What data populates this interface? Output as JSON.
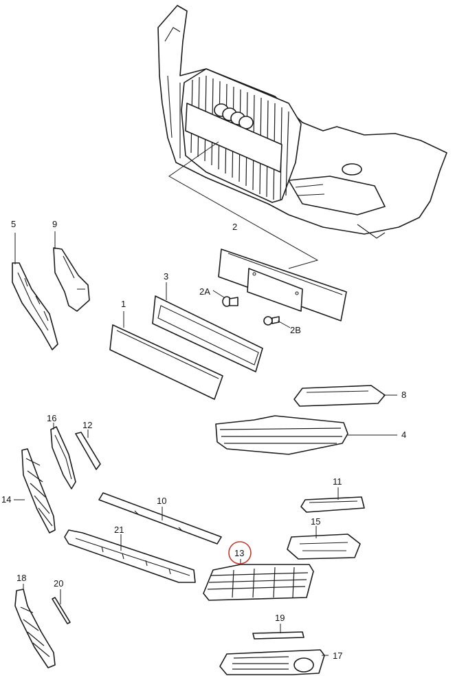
{
  "callouts": {
    "c1": "1",
    "c2": "2",
    "c2a": "2A",
    "c2b": "2B",
    "c3": "3",
    "c4": "4",
    "c5": "5",
    "c8": "8",
    "c9": "9",
    "c10": "10",
    "c11": "11",
    "c12": "12",
    "c13": "13",
    "c14": "14",
    "c15": "15",
    "c16": "16",
    "c17": "17",
    "c18": "18",
    "c19": "19",
    "c20": "20",
    "c21": "21"
  },
  "highlighted_callout": "13",
  "colors": {
    "line": "#1a1a1a",
    "highlight": "#c0392b",
    "background": "#ffffff"
  }
}
